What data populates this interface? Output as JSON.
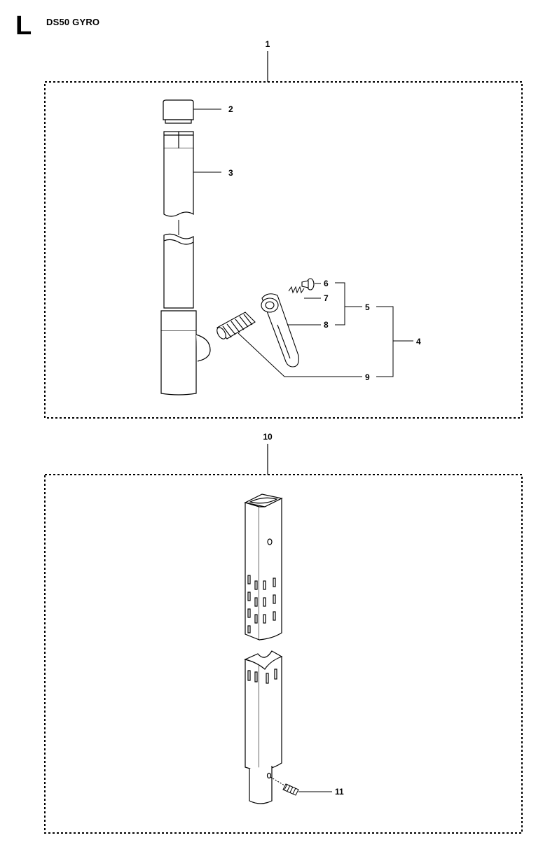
{
  "header": {
    "section_letter": "L",
    "model_title": "DS50 GYRO"
  },
  "callouts": {
    "c1": "1",
    "c2": "2",
    "c3": "3",
    "c4": "4",
    "c5": "5",
    "c6": "6",
    "c7": "7",
    "c8": "8",
    "c9": "9",
    "c10": "10",
    "c11": "11"
  }
}
